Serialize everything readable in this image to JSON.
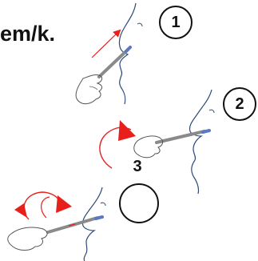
{
  "heading": {
    "text": "em/k."
  },
  "steps": [
    {
      "number": "1"
    },
    {
      "number": "2"
    },
    {
      "number": "3"
    }
  ],
  "colors": {
    "arrow_red": "#e8201c",
    "line_blue": "#2c4a78",
    "swab_gray": "#8a8a8a",
    "swab_tip_blue": "#5a78c8",
    "outline": "#111111"
  },
  "icons": {
    "nose_profile": "face-profile-icon",
    "swab": "nasal-swab-icon",
    "hand": "hand-icon",
    "rotate_arrow": "rotate-arrow-icon",
    "insert_arrow": "insert-arrow-icon"
  }
}
